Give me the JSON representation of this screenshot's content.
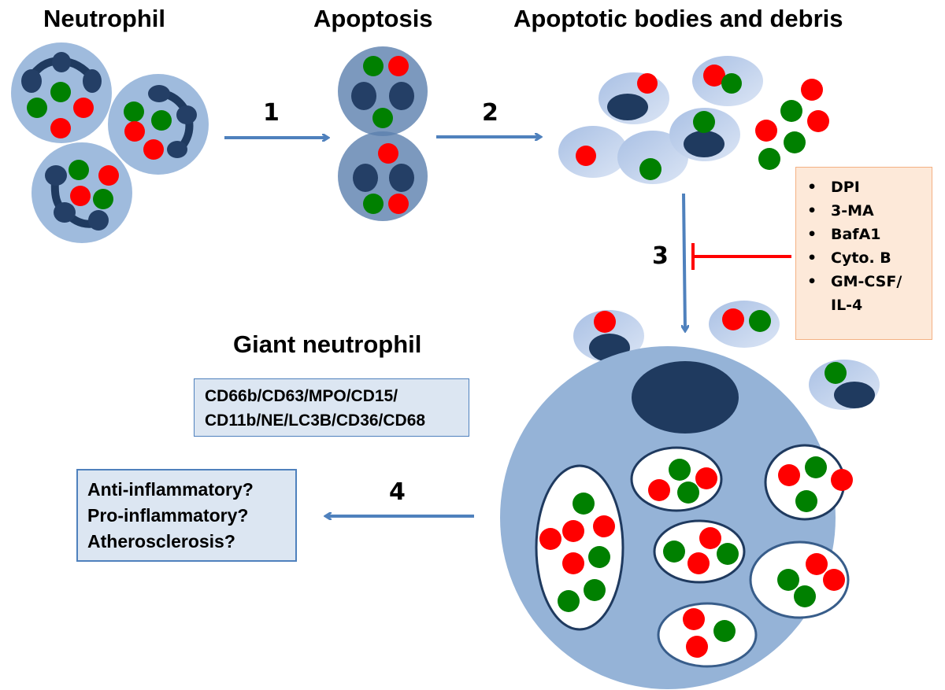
{
  "colors": {
    "cell_fill": "#9fbbdd",
    "apoptotic_fill": "#7f9cc0",
    "nucleus": "#1f3a5f",
    "granule_red": "#ff0000",
    "granule_green": "#008000",
    "arrow_blue": "#4f81bd",
    "inhibit_red": "#ff0000",
    "inhibitor_box_fill": "#fde9d9",
    "marker_box_fill": "#dce6f2"
  },
  "stages": {
    "neutrophil": {
      "title": "Neutrophil"
    },
    "apoptosis": {
      "title": "Apoptosis"
    },
    "debris": {
      "title": "Apoptotic bodies and debris"
    },
    "giant": {
      "title": "Giant neutrophil"
    }
  },
  "steps": [
    "1",
    "2",
    "3",
    "4"
  ],
  "inhibitors": {
    "items": [
      "DPI",
      "3-MA",
      "BafA1",
      "Cyto. B",
      "GM-CSF/"
    ],
    "continuation": "IL-4",
    "bullet": "•"
  },
  "markers": {
    "lines": [
      "CD66b/CD63/MPO/CD15/",
      "CD11b/NE/LC3B/CD36/CD68"
    ]
  },
  "outcomes": {
    "lines": [
      "Anti-inflammatory?",
      "Pro-inflammatory?",
      "Atherosclerosis?"
    ]
  }
}
